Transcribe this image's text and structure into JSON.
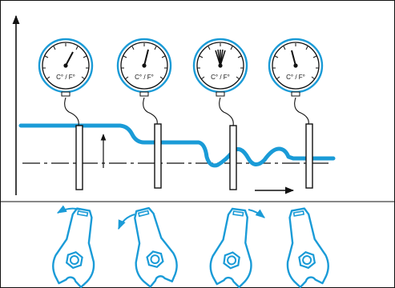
{
  "gauges": [
    {
      "unit_label": "C° / F°",
      "needle": "steady"
    },
    {
      "unit_label": "C° / F°",
      "needle": "steady"
    },
    {
      "unit_label": "C° / F°",
      "needle": "fluctuating"
    },
    {
      "unit_label": "C° / F°",
      "needle": "steady"
    }
  ],
  "colors": {
    "accent": "#1a9bd7",
    "ink": "#111111",
    "background": "#ffffff"
  },
  "wrenches": [
    {
      "rotation": "counter-clockwise"
    },
    {
      "rotation": "counter-clockwise"
    },
    {
      "rotation": "clockwise"
    },
    {
      "rotation": "none"
    }
  ]
}
